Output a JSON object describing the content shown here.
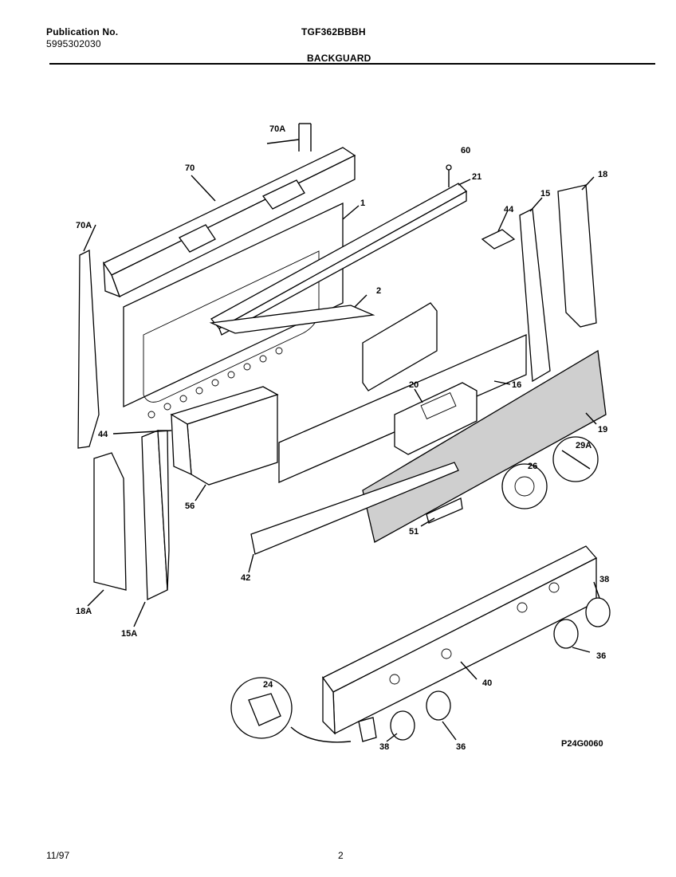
{
  "header": {
    "publication_label": "Publication No.",
    "publication_number": "5995302030",
    "model": "TGF362BBBH",
    "section": "BACKGUARD"
  },
  "footer": {
    "date": "11/97",
    "page": "2"
  },
  "diagram_code": "P24G0060",
  "callouts": {
    "c70A_top": "70A",
    "c70": "70",
    "c70A_left": "70A",
    "c60": "60",
    "c21": "21",
    "c1": "1",
    "c18": "18",
    "c15": "15",
    "c44_right": "44",
    "c2": "2",
    "c16": "16",
    "c20": "20",
    "c19": "19",
    "c29A": "29A",
    "c26": "26",
    "c44_left": "44",
    "c56": "56",
    "c51": "51",
    "c42": "42",
    "c18A": "18A",
    "c15A": "15A",
    "c38_right": "38",
    "c36_right": "36",
    "c40": "40",
    "c24": "24",
    "c38_bottom": "38",
    "c36_bottom": "36"
  }
}
